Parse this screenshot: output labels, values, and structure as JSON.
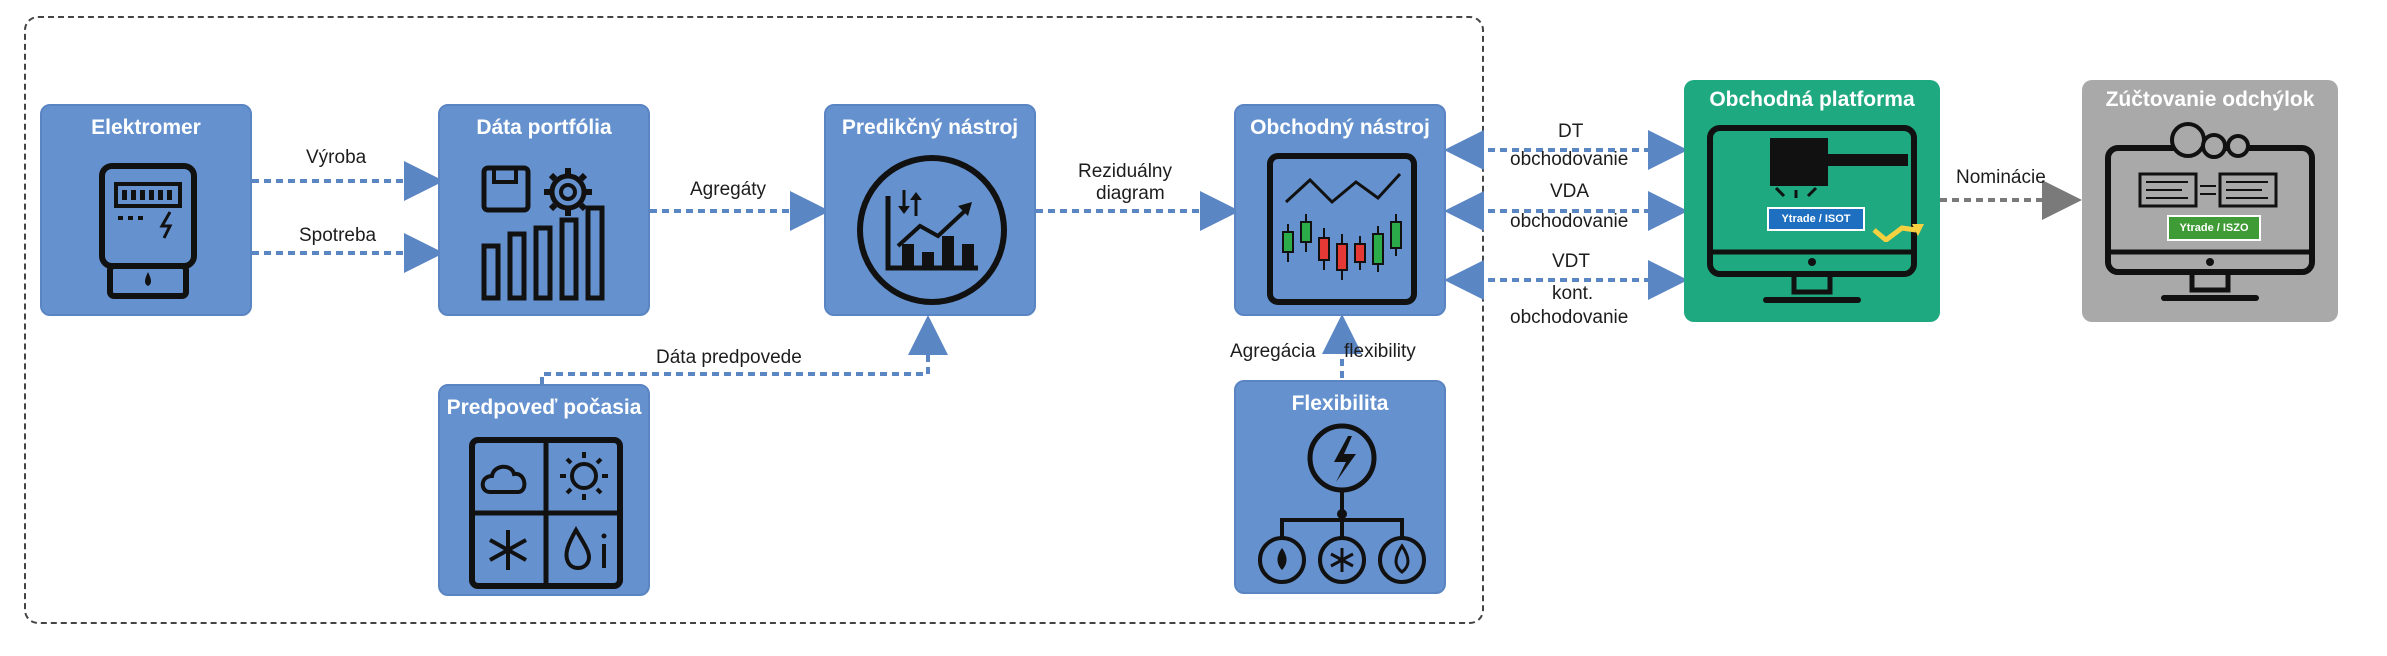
{
  "boxes": {
    "elektromer": "Elektromer",
    "data_portfolia": "Dáta portfólia",
    "predikcny_nastroj": "Predikčný nástroj",
    "obchodny_nastroj": "Obchodný nástroj",
    "obchodna_platforma": "Obchodná platforma",
    "zuctovanie": "Zúčtovanie odchýlok",
    "predpoved_pocasia": "Predpoveď počasia",
    "flexibilita": "Flexibilita"
  },
  "labels": {
    "vyroba": "Výroba",
    "spotreba": "Spotreba",
    "agregaty": "Agregáty",
    "rezidualny_line1": "Reziduálny",
    "rezidualny_line2": "diagram",
    "data_predpovede": "Dáta predpovede",
    "agregacia": "Agregácia",
    "flexibility": "flexibility",
    "dt_line1": "DT",
    "dt_line2": "obchodovanie",
    "vda_line1": "VDA",
    "vda_line2": "obchodovanie",
    "vdt_line1": "VDT",
    "vdt_line2": "kont.",
    "vdt_line3": "obchodovanie",
    "nominacie": "Nominácie"
  },
  "screens": {
    "platforma_badge": "Ytrade / ISOT",
    "zuctovanie_badge": "Ytrade / ISZO"
  },
  "colors": {
    "blue": "#6592cf",
    "green": "#1ea980",
    "gray": "#a9a9a9",
    "arrow_blue": "#5b86c4",
    "arrow_gray": "#7a7a7a"
  }
}
